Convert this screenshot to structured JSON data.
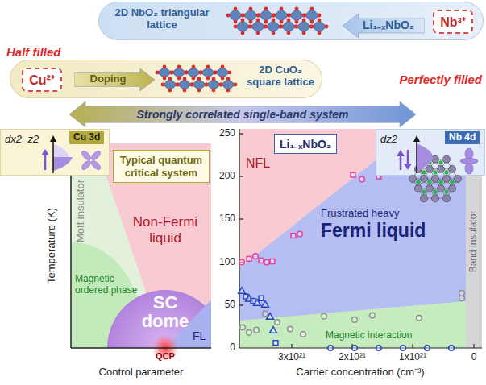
{
  "diagram": {
    "nodes": [
      {
        "text": [
          "2D NbO₂ triangular lattice"
        ]
      },
      {
        "text": [
          "Li₁₋ₓNbO₂"
        ],
        "in": 0
      },
      {
        "text": [
          "Nb³⁺"
        ],
        "in": 0
      },
      {
        "text": [
          "2D CuO₂ square lattice"
        ]
      },
      {
        "text": [
          "Cu²⁺"
        ],
        "in": 3
      },
      {
        "text": [
          "Doping"
        ],
        "in": 3
      },
      {
        "text": [
          "Strongly correlated single-band system"
        ]
      },
      {
        "text": [
          "Cu 3d",
          "dx2−z2"
        ]
      },
      {
        "text": [
          "Nb 4d",
          "dz2"
        ]
      },
      {
        "text": [
          "Mott insulator",
          "Magnetic ordered phase",
          "Non-Fermi liquid",
          "SC dome",
          "FL"
        ]
      },
      {
        "text": [
          "Typical quantum critical system"
        ],
        "in": 9
      },
      {
        "text": [
          "NFL",
          "Frustrated heavy",
          "Fermi liquid",
          "Magnetic interaction",
          "Band insulator"
        ]
      },
      {
        "text": [
          "Li₁₋ₓNbO₂"
        ],
        "in": 11
      }
    ],
    "labels": [
      "Half filled",
      "Perfectly filled",
      "Temperature (K)",
      "QCP",
      "Control parameter",
      "250",
      "200",
      "150",
      "100",
      "50",
      "0",
      "3x10²¹",
      "2x10²¹",
      "1x10²¹",
      "0",
      "Carrier concentration (cm⁻³)"
    ]
  }
}
